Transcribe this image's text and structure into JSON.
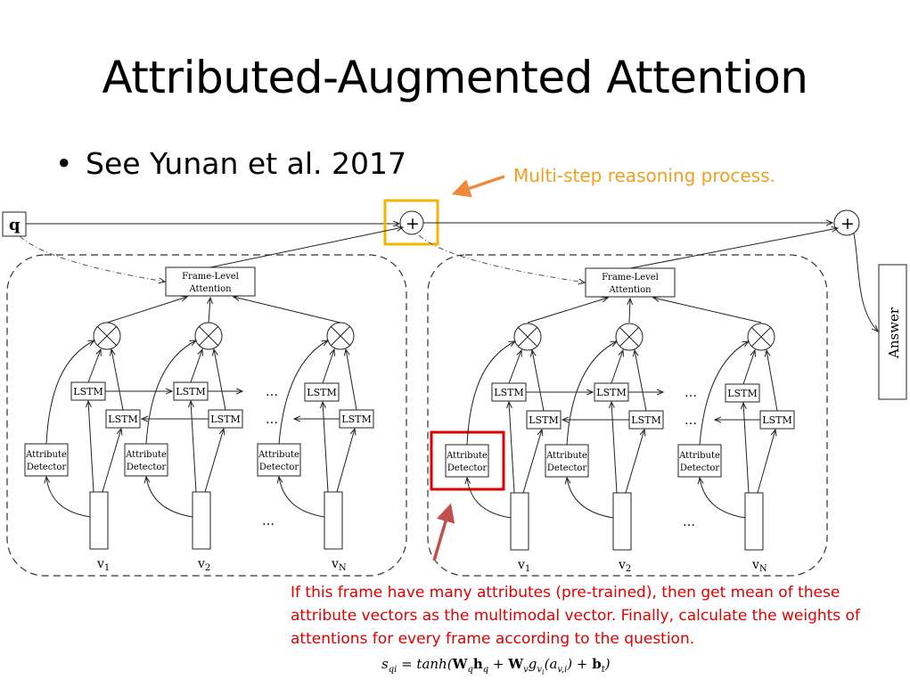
{
  "slide": {
    "title": "Attributed-Augmented Attention",
    "bullet": "See Yunan et al. 2017",
    "bullet_symbol": "•"
  },
  "annotations": {
    "orange_note": "Multi-step reasoning process.",
    "red_note": "If this frame have many attributes (pre-trained), then get mean of these attribute vectors as the multimodal vector. Finally, calculate the weights of attentions for every frame according to the question.",
    "orange_color": "#f0a020",
    "red_color": "#e00000",
    "highlight_box_color": "#f5b400",
    "arrow_orange_color": "#ef8a3c",
    "arrow_red_color": "#c0504d"
  },
  "diagram": {
    "question_label": "q",
    "plus_symbol": "+",
    "answer_label": "Answer",
    "frame_attention_label_1": "Frame-Level",
    "frame_attention_label_2": "Attention",
    "lstm_label": "LSTM",
    "attribute_detector_label_1": "Attribute",
    "attribute_detector_label_2": "Detector",
    "ellipsis": "…",
    "frame_labels": [
      "v",
      "v",
      "v"
    ],
    "frame_subscripts": [
      "1",
      "2",
      "N"
    ]
  },
  "formula": {
    "text": "s_qi = tanh(W_q h_q + W_v g_vi(a_v,i) + b_t)"
  }
}
